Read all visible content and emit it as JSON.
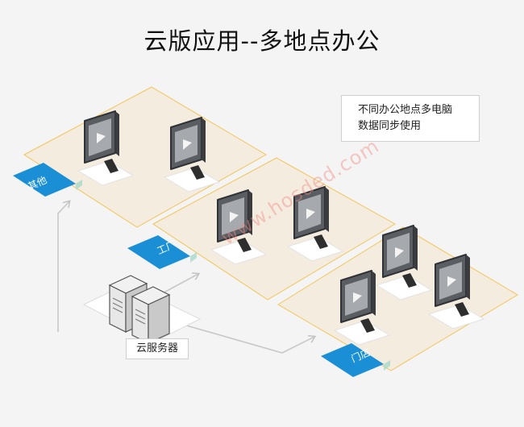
{
  "title": "云版应用--多地点办公",
  "note": {
    "line1": "不同办公地点多电脑",
    "line2": "数据同步使用"
  },
  "server_label": "云服务器",
  "zones": [
    {
      "name": "其他"
    },
    {
      "name": "工厂"
    },
    {
      "name": "门店"
    }
  ],
  "watermark": "www.hosded.com",
  "colors": {
    "zone_fill": "#f5ece0",
    "zone_border": "#f3c55a",
    "tag_blue": "#1a8fd6",
    "arrow_gray": "#c8c8c8"
  },
  "icons": [
    "monitor-icon",
    "server-icon",
    "arrow-icon"
  ]
}
